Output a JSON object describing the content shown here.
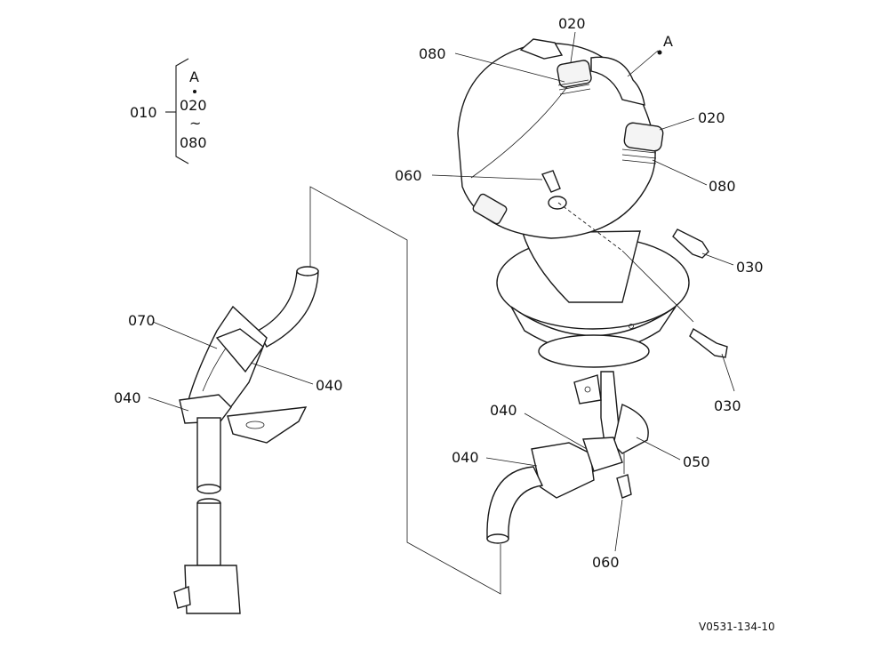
{
  "diagram": {
    "group_key": {
      "assembly": "010",
      "ref_letter": "A",
      "range_start": "020",
      "range_tilde": "~",
      "range_end": "080"
    },
    "callouts": {
      "c020_top": "020",
      "c080_top": "080",
      "cA": "A",
      "c020_right": "020",
      "c080_right": "080",
      "c060_top": "060",
      "c030_upper": "030",
      "c030_lower": "030",
      "c070": "070",
      "c040_mid": "040",
      "c040_left": "040",
      "c040_lower1": "040",
      "c040_lower2": "040",
      "c050": "050",
      "c060_bottom": "060"
    },
    "figure_code": "V0531-134-10"
  }
}
